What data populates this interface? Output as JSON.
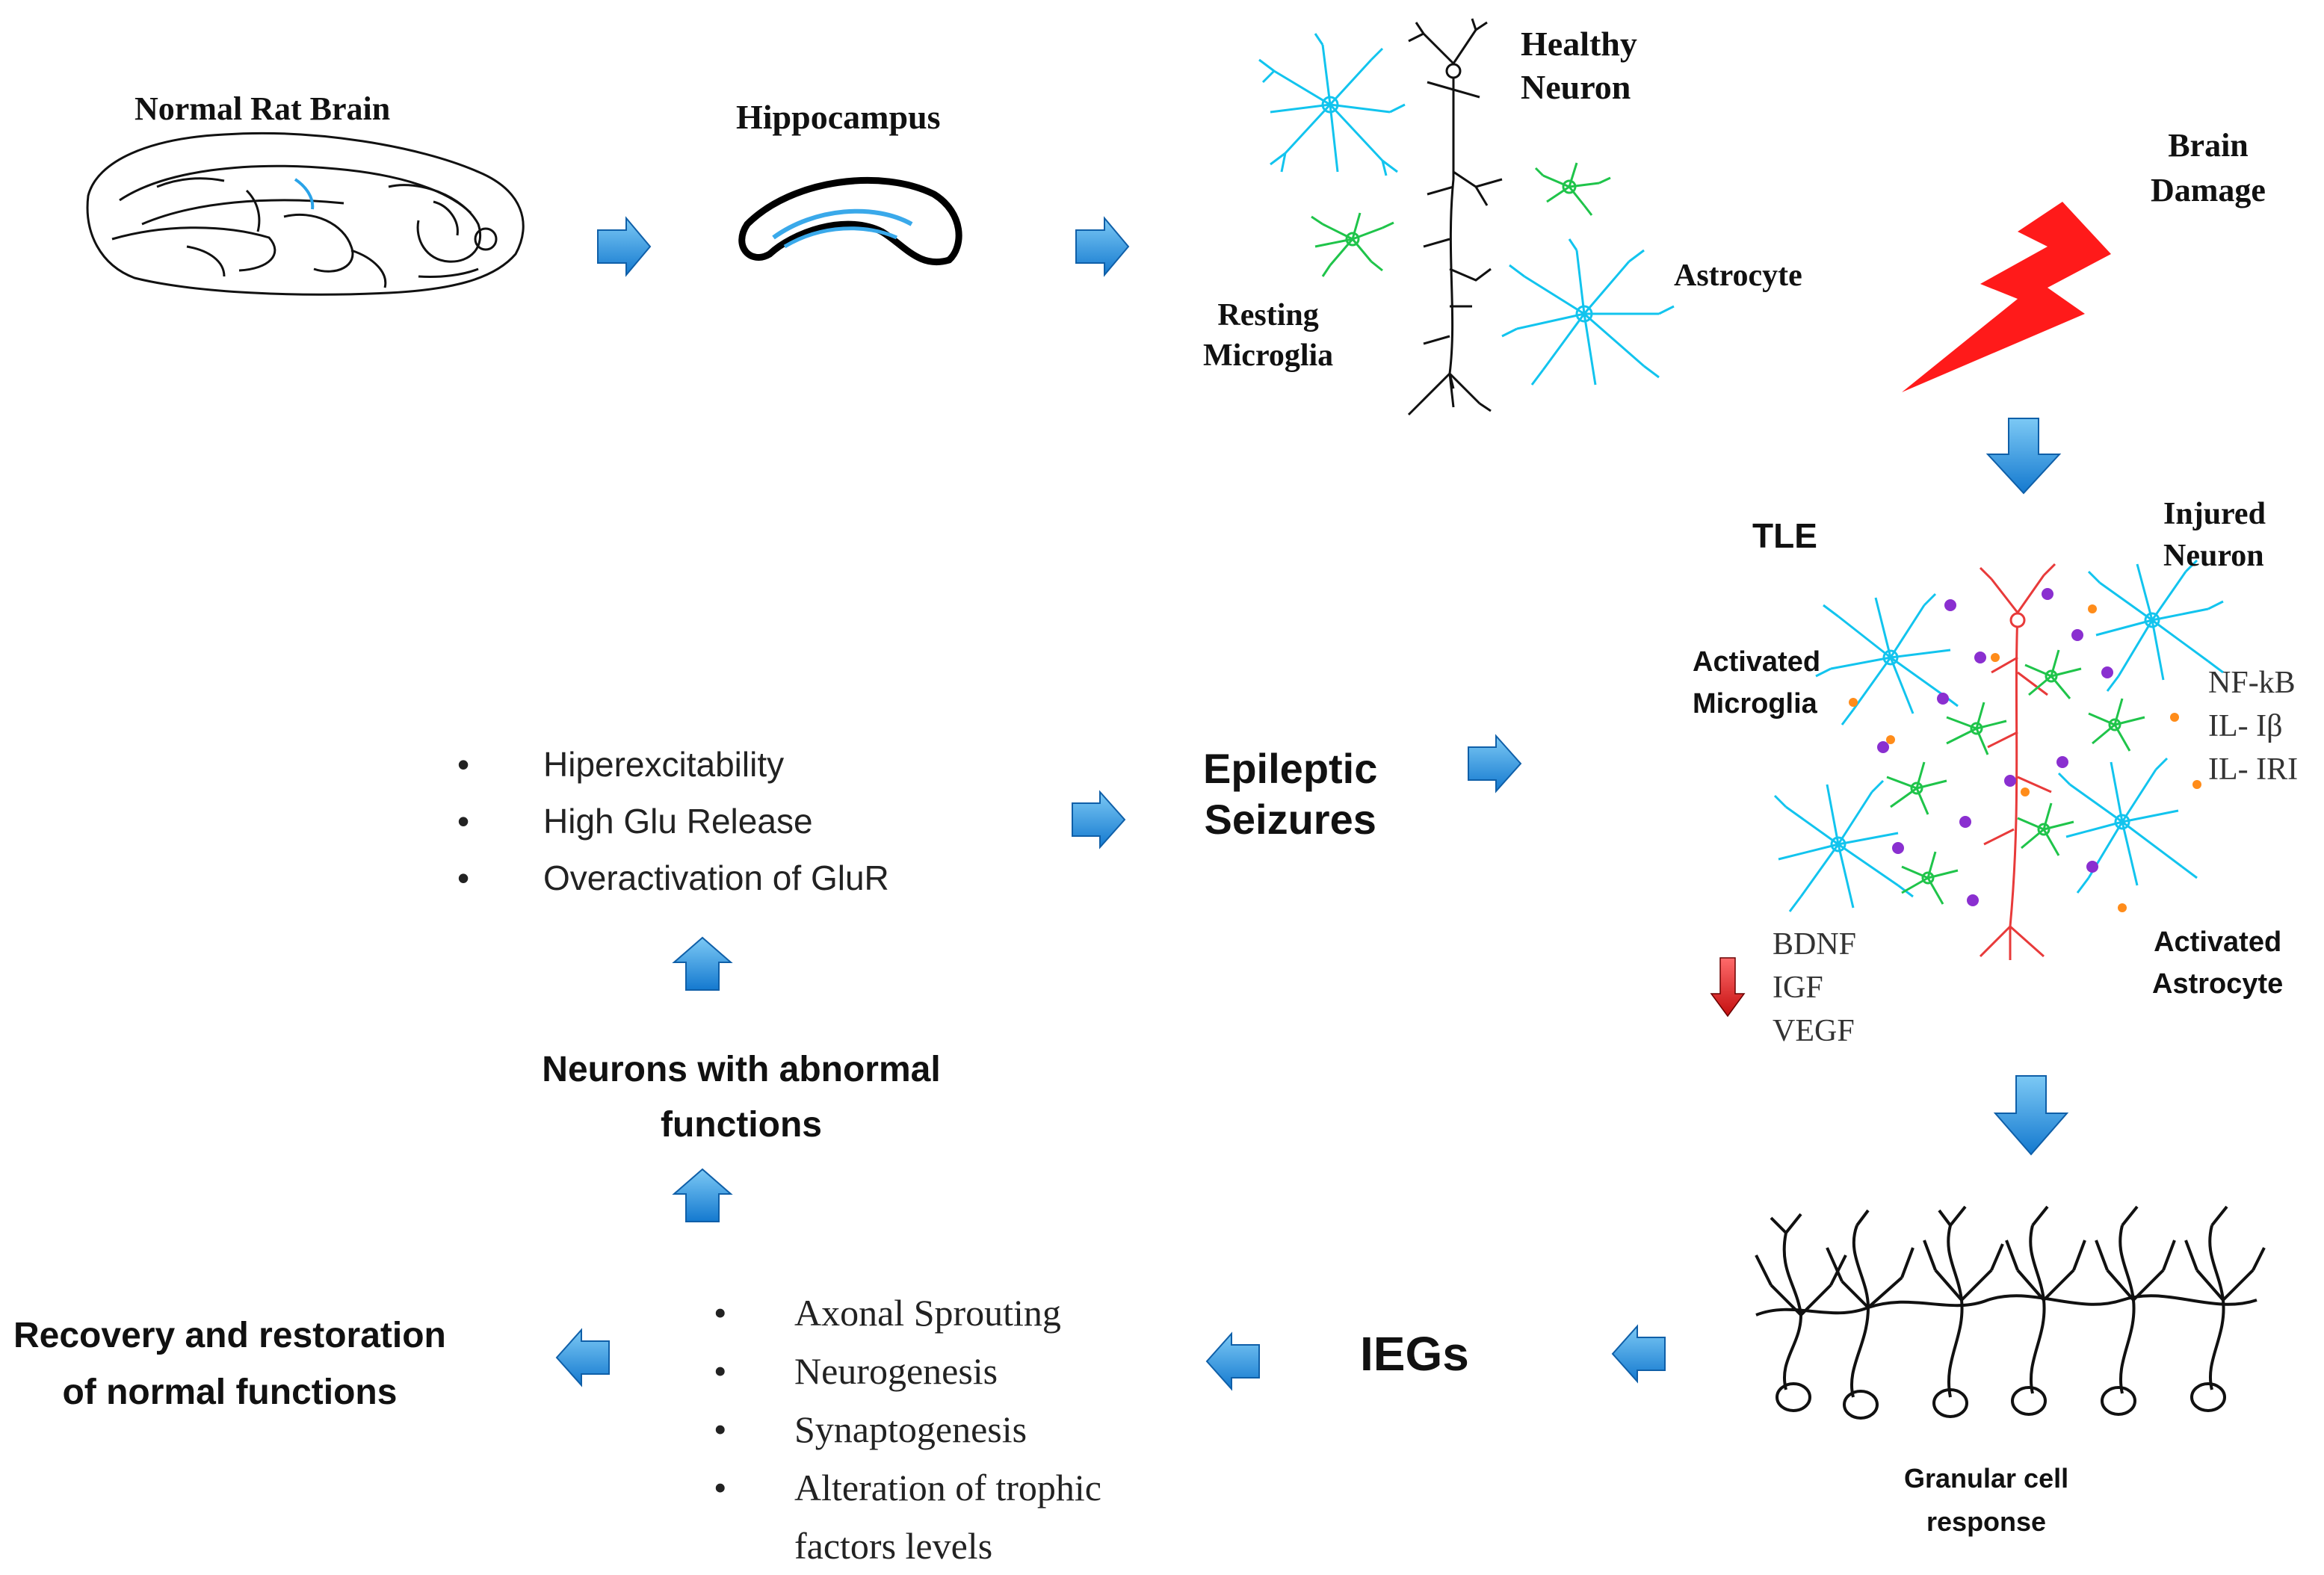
{
  "labels": {
    "normal_rat_brain": "Normal Rat Brain",
    "hippocampus": "Hippocampus",
    "healthy_neuron": [
      "Healthy",
      "Neuron"
    ],
    "brain_damage": [
      "Brain",
      "Damage"
    ],
    "resting_microglia": [
      "Resting",
      "Microglia"
    ],
    "astrocyte": "Astrocyte",
    "tle": "TLE",
    "injured_neuron": [
      "Injured",
      "Neuron"
    ],
    "activated_microglia": [
      "Activated",
      "Microglia"
    ],
    "activated_astrocyte": [
      "Activated",
      "Astrocyte"
    ],
    "epileptic_seizures": [
      "Epileptic",
      "Seizures"
    ],
    "neurons_abnormal": [
      "Neurons with abnormal",
      "functions"
    ],
    "granular_cell_response": [
      "Granular cell",
      "response"
    ],
    "iegs": "IEGs",
    "recovery": [
      "Recovery and restoration",
      "of normal  functions"
    ]
  },
  "cytokines": [
    "NF-kB",
    "IL- Iβ",
    "IL- IRI"
  ],
  "growth_factors": [
    "BDNF",
    "IGF",
    "VEGF"
  ],
  "excitability_list": [
    "Hiperexcitability",
    "High Glu  Release",
    "Overactivation of GluR"
  ],
  "plasticity_list": [
    "Axonal Sprouting",
    "Neurogenesis",
    "Synaptogenesis",
    "Alteration of trophic",
    "factors levels"
  ],
  "bullet_glyph": "•",
  "colors": {
    "arrow_blue": "#1c8ee0",
    "astrocyte_cyan": "#12c4ee",
    "microglia_green": "#1fc44a",
    "injured_red": "#e83a3a",
    "lightning_red": "#ff1a1a",
    "down_arrow_red": "#d81e1e",
    "dot_purple": "#8a2fd0",
    "dot_orange": "#ff8c1a"
  }
}
